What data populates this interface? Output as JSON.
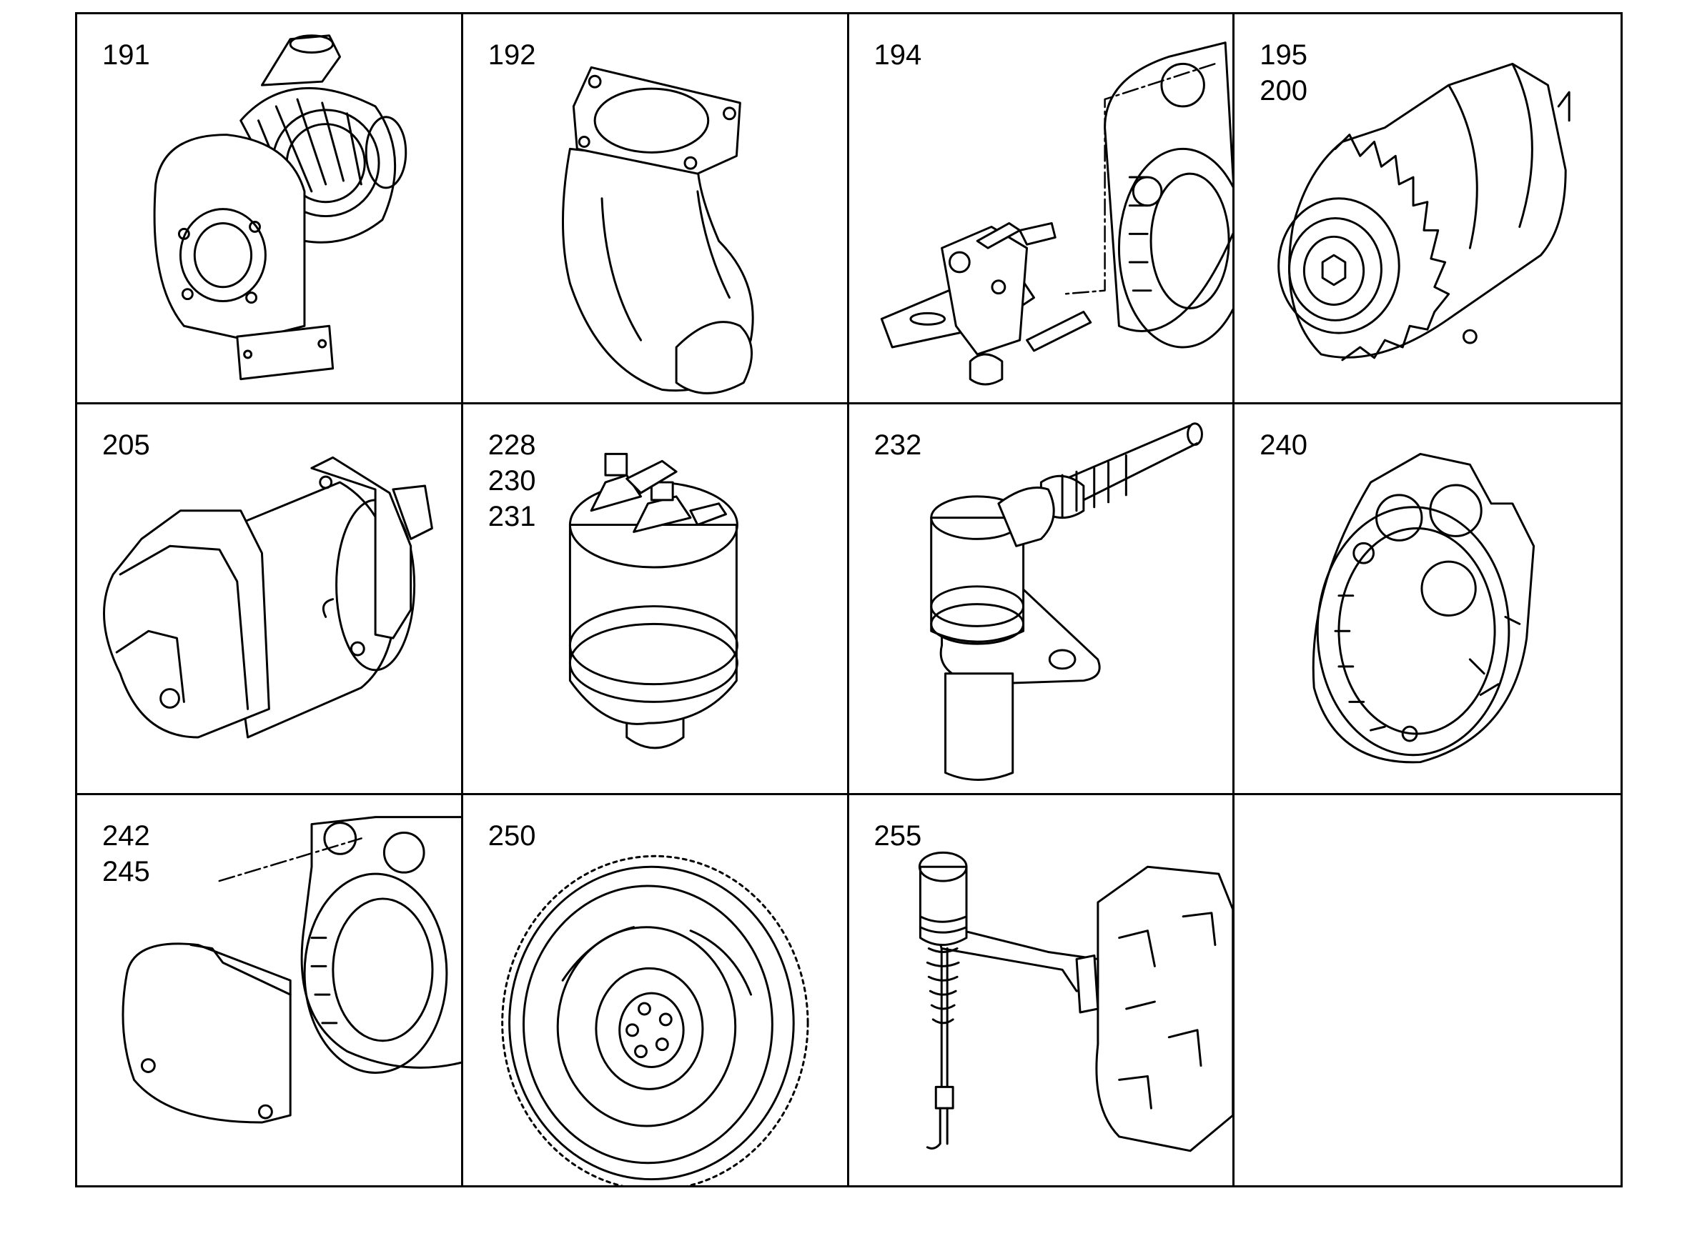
{
  "cells": [
    {
      "labels": [
        "191"
      ],
      "icon": "turbocharger"
    },
    {
      "labels": [
        "192"
      ],
      "icon": "exhaust-elbow"
    },
    {
      "labels": [
        "194"
      ],
      "icon": "sensor-bracket"
    },
    {
      "labels": [
        "195",
        "200"
      ],
      "icon": "alternator"
    },
    {
      "labels": [
        "205"
      ],
      "icon": "starter-motor"
    },
    {
      "labels": [
        "228",
        "230",
        "231"
      ],
      "icon": "oil-pressure-switch"
    },
    {
      "labels": [
        "232"
      ],
      "icon": "speed-sensor"
    },
    {
      "labels": [
        "240"
      ],
      "icon": "flywheel-housing"
    },
    {
      "labels": [
        "242",
        "245"
      ],
      "icon": "housing-cover"
    },
    {
      "labels": [
        "250"
      ],
      "icon": "flywheel"
    },
    {
      "labels": [
        "255"
      ],
      "icon": "stop-solenoid"
    },
    {
      "labels": [],
      "icon": ""
    }
  ]
}
